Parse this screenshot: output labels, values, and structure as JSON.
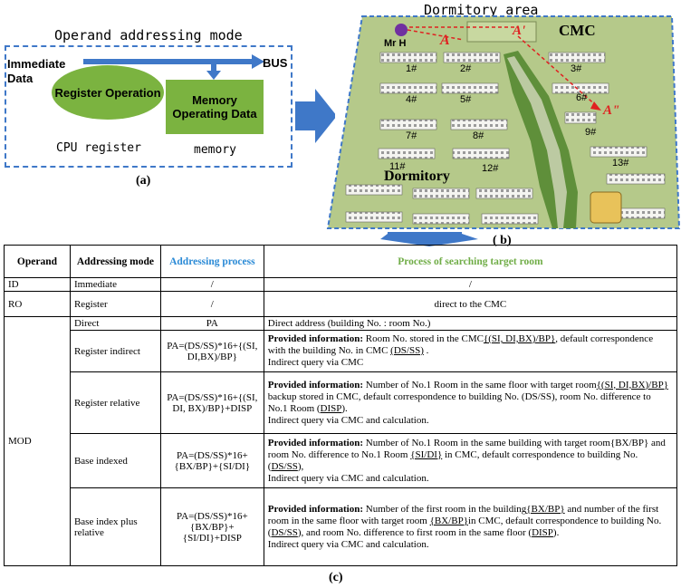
{
  "panel_a": {
    "title": "Operand addressing mode",
    "immediate": "Immediate Data",
    "bus": "BUS",
    "register_operation": "Register Operation",
    "memory_operating": "Memory Operating Data",
    "cpu_register": "CPU register",
    "memory": "memory",
    "caption": "(a)"
  },
  "panel_b": {
    "title": "Dormitory area",
    "person": "Mr H",
    "marker_a": "A",
    "marker_a_prime": "A'",
    "marker_a_double": "A\"",
    "cmc": "CMC",
    "dormitory": "Dormitory",
    "buildings": [
      "1#",
      "2#",
      "3#",
      "4#",
      "5#",
      "6#",
      "7#",
      "8#",
      "9#",
      "11#",
      "12#",
      "13#"
    ],
    "caption": "( b)",
    "colors": {
      "ground": "#b5c98a",
      "border": "#3f78c8",
      "trees": "#5f8f3a",
      "road": "#e4e2cf",
      "arrow": "#e02020"
    }
  },
  "table": {
    "headers": [
      "Operand",
      "Addressing mode",
      "Addressing process",
      "Process of searching target room"
    ],
    "rows": {
      "id": {
        "operand": "ID",
        "mode": "Immediate",
        "process": "/",
        "search": "/"
      },
      "ro": {
        "operand": "RO",
        "mode": "Register",
        "process": "/",
        "search": "direct to the CMC"
      },
      "mod_operand": "MOD",
      "direct": {
        "mode": "Direct",
        "process": "PA",
        "search": "Direct address (building No. : room No.)"
      },
      "reg_indirect": {
        "mode": "Register indirect",
        "process": "PA=(DS/SS)*16+{(SI, DI,BX)/BP}",
        "bold": "Provided information:",
        "s1": " Room No. stored in the CMC",
        "u1": "{(SI, DI,BX)/BP}",
        "s2": ", default correspondence with the building No. in CMC ",
        "u2": "(DS/SS)",
        "s3": " .",
        "s4": "Indirect query via CMC"
      },
      "reg_relative": {
        "mode": "Register relative",
        "process": "PA=(DS/SS)*16+{(SI, DI, BX)/BP}+DISP",
        "bold": "Provided information:",
        "s1": " Number of No.1 Room in the same floor with target room",
        "u1": "{(SI, DI,BX)/BP}",
        "s2": " backup stored in CMC, default correspondence to building No. (DS/SS), room No. difference to No.1 Room (",
        "u2": "DISP",
        "s3": ").",
        "s4": "Indirect query via CMC and calculation."
      },
      "base_indexed": {
        "mode": "Base indexed",
        "process": "PA=(DS/SS)*16+{BX/BP}+{SI/DI}",
        "bold": "Provided information:",
        "s1": " Number of No.1 Room in the same building with target room{BX/BP} and room No. difference to No.1 Room ",
        "u1": "{SI/DI}",
        "s2": " in CMC, default correspondence to building No. (",
        "u2": "DS/SS",
        "s3": "),",
        "s4": "Indirect query via CMC and calculation."
      },
      "base_index_relative": {
        "mode": "Base index plus relative",
        "process": "PA=(DS/SS)*16+{BX/BP}+{SI/DI}+DISP",
        "bold": "Provided information:",
        "s1": " Number of the first room in the building",
        "u1": "{BX/BP}",
        "s2": " and number of the first room in the same floor with target room ",
        "u2": "{BX/BP}",
        "s3": "in CMC, default correspondence to building No. (",
        "u3": "DS/SS",
        "s4": "), and room No. difference to first room in the same floor (",
        "u4": "DISP",
        "s5": ").",
        "s6": "Indirect query via CMC and calculation."
      }
    }
  },
  "caption_c": "(c)"
}
